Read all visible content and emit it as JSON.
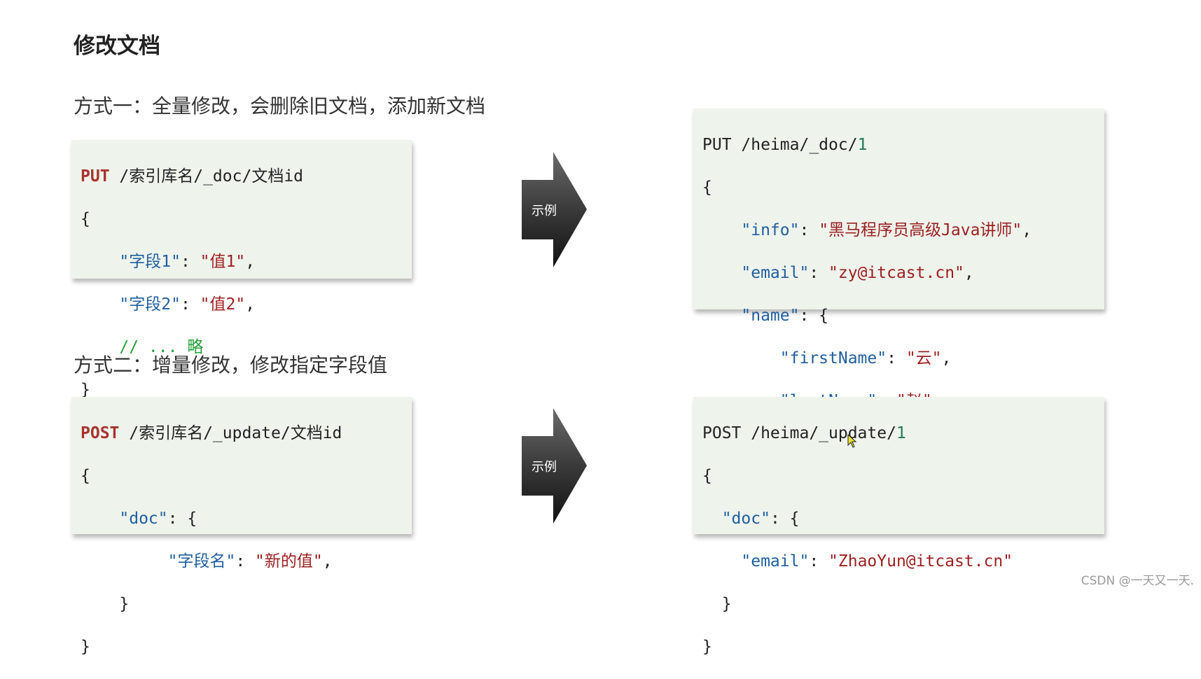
{
  "page_title": "修改文档",
  "method1": {
    "heading": "方式一：全量修改，会删除旧文档，添加新文档",
    "syntax": {
      "method": "PUT",
      "path": " /索引库名/_doc/文档id",
      "open_brace": "{",
      "field1_key": "\"字段1\"",
      "field1_value": "\"值1\"",
      "field2_key": "\"字段2\"",
      "field2_value": "\"值2\"",
      "comment": "// ... 略",
      "close_brace": "}"
    },
    "arrow_label": "示例",
    "example": {
      "request_line": "PUT /heima/_doc/",
      "request_id": "1",
      "open_brace": "{",
      "info_key": "\"info\"",
      "info_value": "\"黑马程序员高级Java讲师\"",
      "email_key": "\"email\"",
      "email_value": "\"zy@itcast.cn\"",
      "name_key": "\"name\"",
      "firstName_key": "\"firstName\"",
      "firstName_value": "\"云\"",
      "lastName_key": "\"lastName\"",
      "lastName_value": "\"赵\"",
      "inner_close": "}",
      "close_brace": "}"
    }
  },
  "method2": {
    "heading": "方式二：增量修改，修改指定字段值",
    "syntax": {
      "method": "POST",
      "path": " /索引库名/_update/文档id",
      "open_brace": "{",
      "doc_key": "\"doc\"",
      "field_key": "\"字段名\"",
      "field_value": "\"新的值\"",
      "inner_close": "}",
      "close_brace": "}"
    },
    "arrow_label": "示例",
    "example": {
      "request_line": "POST /heima/_update/",
      "request_id": "1",
      "open_brace": "{",
      "doc_key": "\"doc\"",
      "email_key": "\"email\"",
      "email_value": "\"ZhaoYun@itcast.cn\"",
      "inner_close": "}",
      "close_brace": "}"
    }
  },
  "watermark": "CSDN @一天又一天.",
  "colors": {
    "keyword": "#a7342c",
    "json_key": "#1f5fa0",
    "json_string": "#9c1f1f",
    "number": "#1d7b55",
    "comment": "#22a039",
    "code_background": "#eef3ec"
  }
}
